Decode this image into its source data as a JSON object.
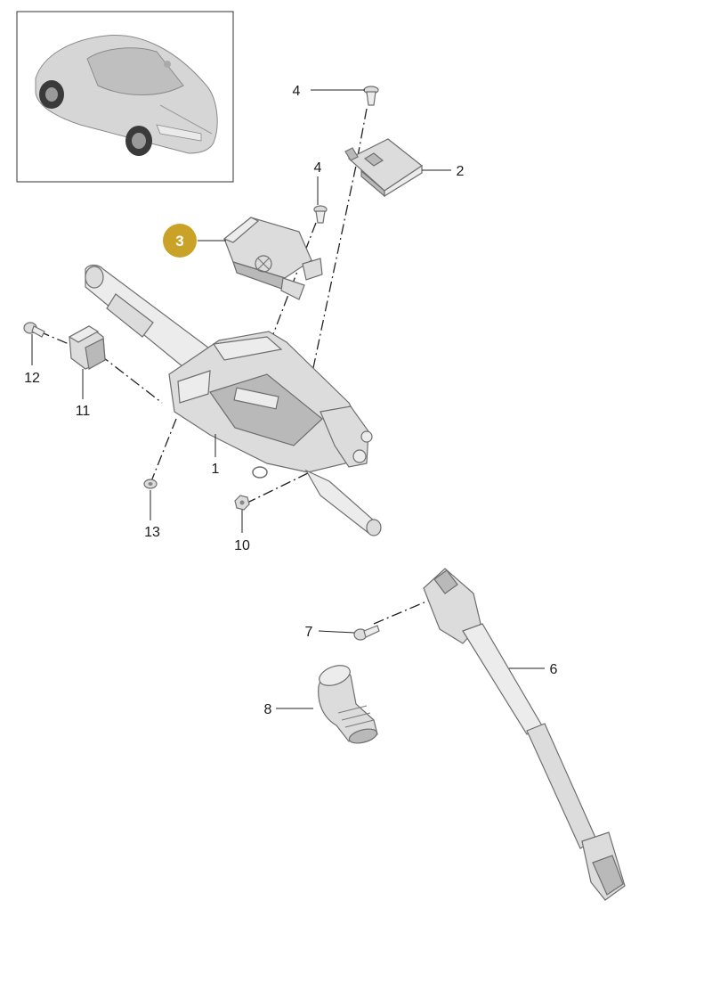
{
  "diagram": {
    "highlight_color": "#c9a227",
    "callouts": [
      {
        "id": "c1",
        "label": "1"
      },
      {
        "id": "c2",
        "label": "2"
      },
      {
        "id": "c3",
        "label": "3",
        "highlighted": true
      },
      {
        "id": "c4a",
        "label": "4"
      },
      {
        "id": "c4b",
        "label": "4"
      },
      {
        "id": "c6",
        "label": "6"
      },
      {
        "id": "c7",
        "label": "7"
      },
      {
        "id": "c8",
        "label": "8"
      },
      {
        "id": "c10",
        "label": "10"
      },
      {
        "id": "c11",
        "label": "11"
      },
      {
        "id": "c12",
        "label": "12"
      },
      {
        "id": "c13",
        "label": "13"
      }
    ]
  }
}
